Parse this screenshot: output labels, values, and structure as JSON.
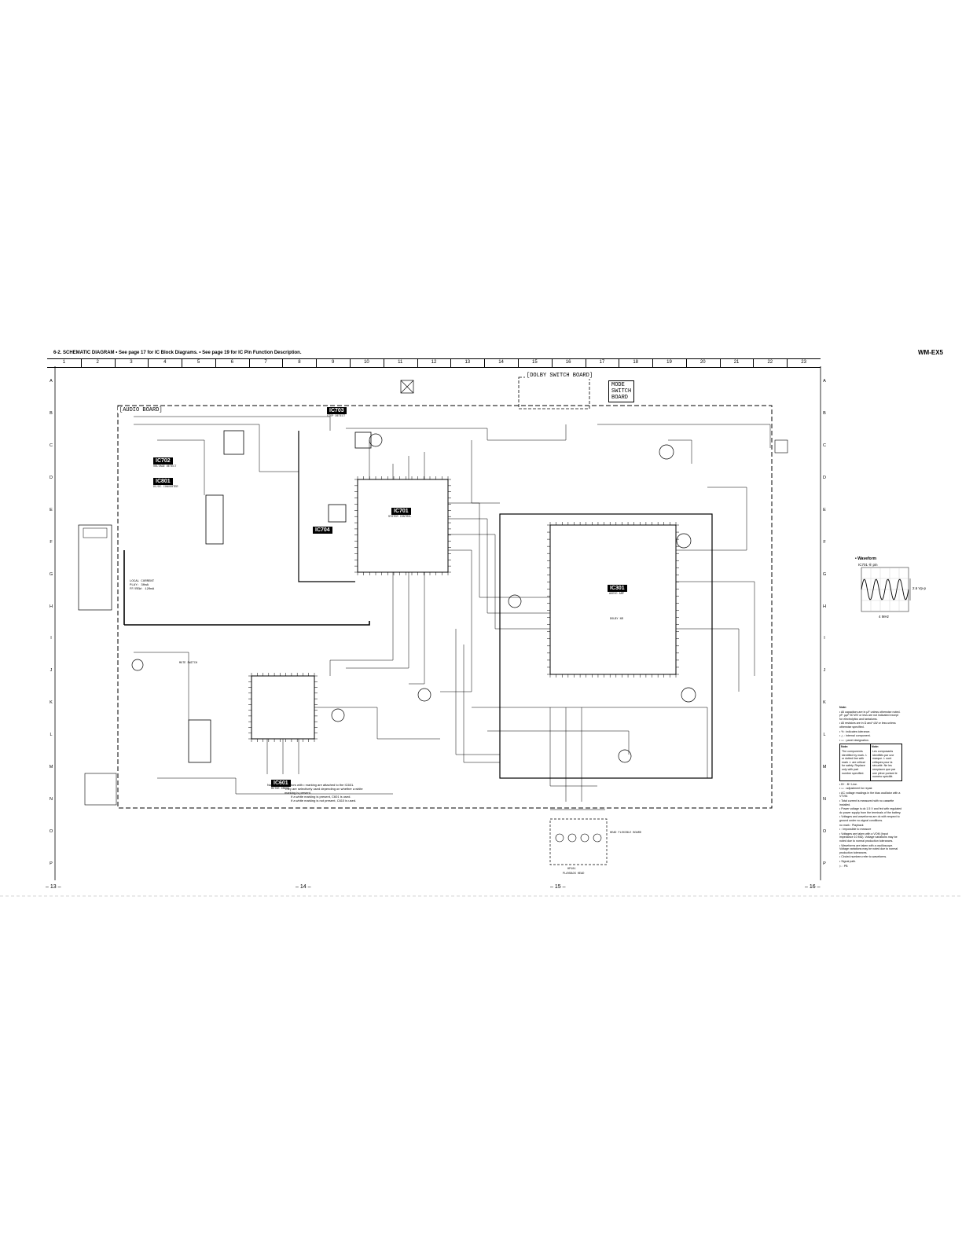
{
  "header": {
    "title": "6-2.  SCHEMATIC  DIAGRAM   • See page 17 for IC Block Diagrams.   • See page 19 for IC Pin Function Description.",
    "model": "WM-EX5"
  },
  "grid": {
    "columns": [
      "1",
      "2",
      "3",
      "4",
      "5",
      "6",
      "7",
      "8",
      "9",
      "10",
      "11",
      "12",
      "13",
      "14",
      "15",
      "16",
      "17",
      "18",
      "19",
      "20",
      "21",
      "22",
      "23"
    ],
    "rows": [
      "A",
      "B",
      "C",
      "D",
      "E",
      "F",
      "G",
      "H",
      "I",
      "J",
      "K",
      "L",
      "M",
      "N",
      "O",
      "P"
    ]
  },
  "boards": {
    "audio": "[AUDIO BOARD]",
    "dolby": "[DOLBY SWITCH BOARD]",
    "mode_line1": "MODE",
    "mode_line2": "SWITCH",
    "mode_line3": "BOARD"
  },
  "ics": {
    "ic703": "IC703",
    "ic702": "IC702",
    "ic801": "IC801",
    "ic701": "IC701",
    "ic704": "IC704",
    "ic301": "IC301",
    "ic601": "IC601",
    "ic701_sub": "SYSTEM CONTROL",
    "ic301_sub": "AUDIO AMP",
    "ic601_sub": "MOTOR DRIVE",
    "ic702_sub": "VOLTAGE DETECT",
    "ic801_sub": "DC/DC CONVERTER",
    "ic703_sub": "STEP DETECT"
  },
  "labels": {
    "local_current_1": "LOCAL CURRENT",
    "local_current_2": "PLAY: 30mA",
    "local_current_3": "FF/REW: 120mA",
    "head_flex": "HEAD FLEXIBLE BOARD",
    "playback_head": "PLAYBACK HEAD",
    "hp101": "HP101",
    "mute_switch": "MUTE SWITCH",
    "dolby_nr": "DOLBY NR"
  },
  "waveform": {
    "title": "• Waveform",
    "probe": "IC701 ⑥ pin",
    "amplitude": "2.6 Vp-p",
    "frequency": "4 MHz"
  },
  "bottom_note": {
    "line1": "Note: The capacitors with • marking are attached to the IC601.",
    "line2": "They are selectively used depending on whether a white",
    "line3": "marking is present.",
    "line4": "If a white marking is present, C601 is used.",
    "line5": "If a white marking is not present, C610 is used."
  },
  "notes": {
    "heading": "Note:",
    "items": [
      "• All capacitors are in μF unless otherwise noted. pF: μμF 50 WV or less are not indicated except for electrolytics and tantalums.",
      "• All resistors are in Ω and ¼W or less unless otherwise specified.",
      "•  %    : indicates tolerance.",
      "•  △    : internal component.",
      "•  ▭    : panel designation."
    ],
    "box_en_title": "Note:",
    "box_en": "The components identified by mark ⚠ or dotted line with mark ⚠ are critical for safety. Replace only with part number specified.",
    "box_fr_title": "Note:",
    "box_fr": "Les composants identifiés par une marque ⚠ sont critiques pour la sécurité. Ne les remplacer que par une pièce portant le numéro spécifié.",
    "items2": [
      "•  B+  : B+ Line.",
      "•  ▭   : adjustment for repair.",
      "• AC voltage readings in the bias oscillator with a VTVM.",
      "• Total current is measured with no cassette installed.",
      "• Power voltage is dc 1.5 V and fed with regulated dc power supply from the terminals of the battery.",
      "• Voltages and waveforms are dc with respect to ground under no-signal conditions.",
      "  no mark : Playback",
      "  •   : Impossible to measure",
      "• Voltages are taken with a VOM (Input impedance 10 MΩ). Voltage variations may be noted due to normal production tolerances.",
      "• Waveforms are taken with a oscilloscope. Voltage variations may be noted due to normal production tolerances.",
      "• Circled numbers refer to waveforms.",
      "• Signal path.",
      "  ▷ : PB"
    ]
  },
  "pages": [
    "– 13 –",
    "– 14 –",
    "– 15 –",
    "– 16 –"
  ]
}
